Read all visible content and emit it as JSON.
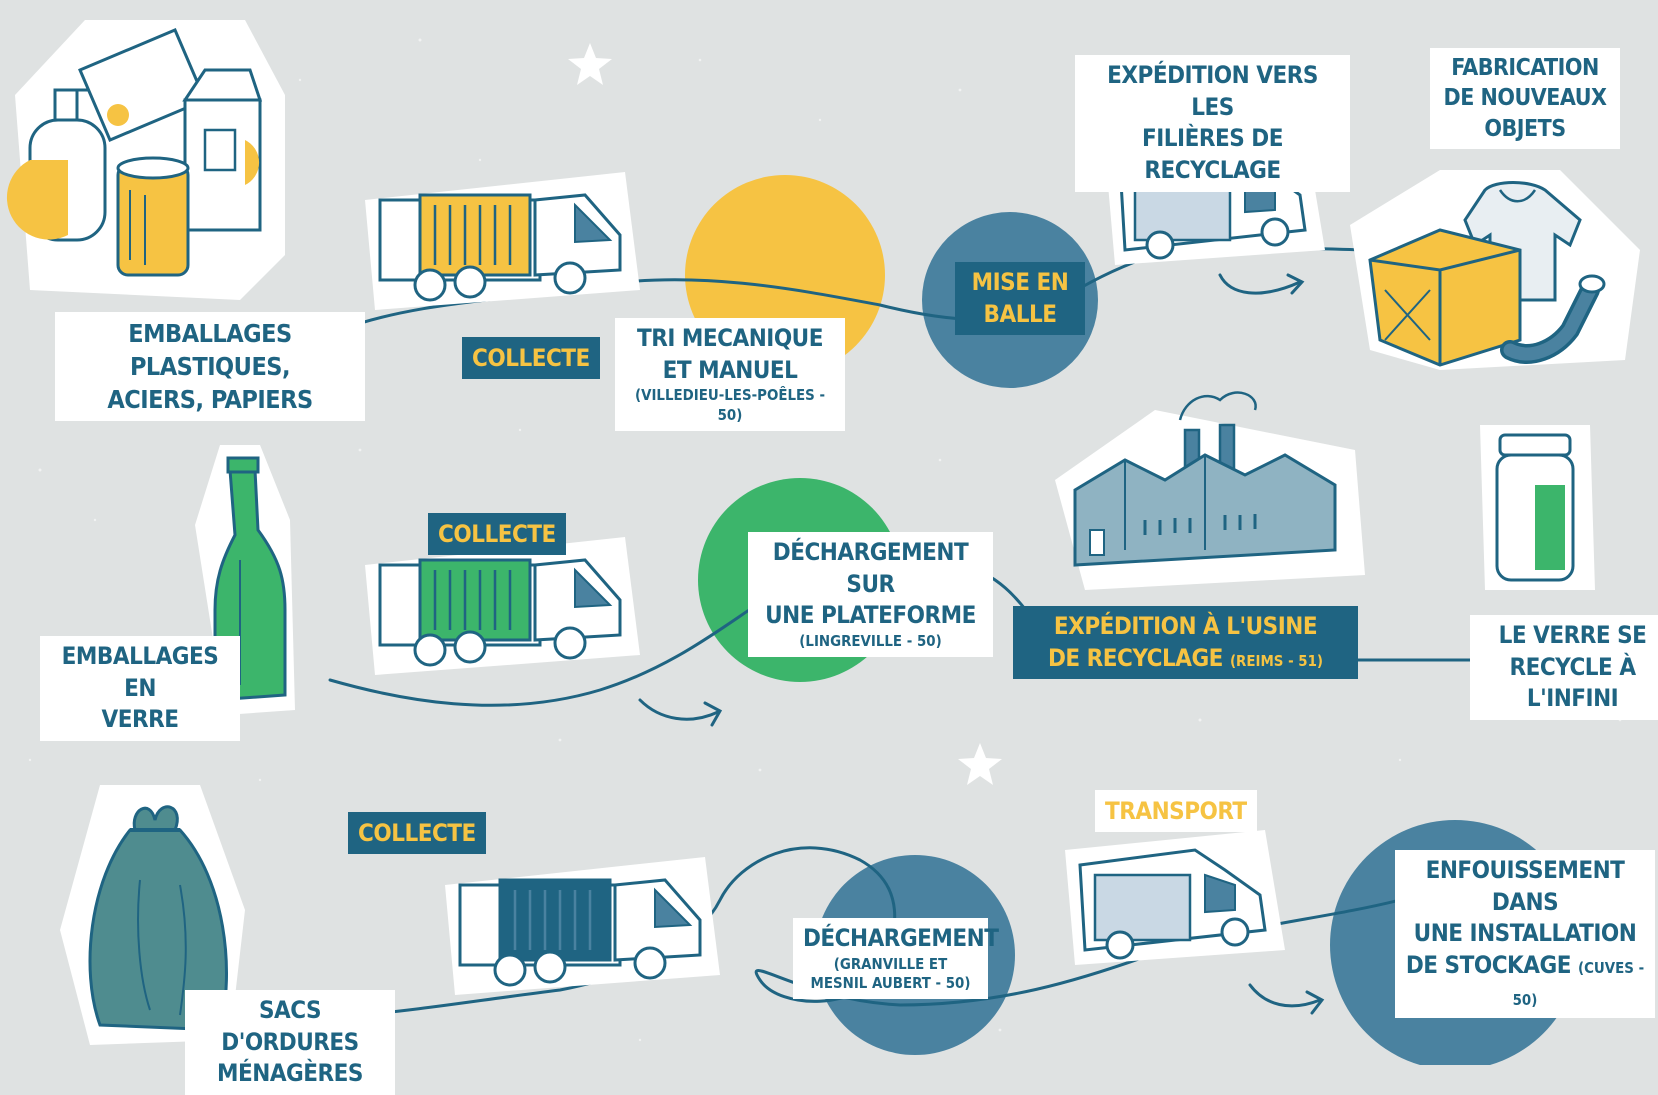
{
  "colors": {
    "background": "#dfe2e2",
    "navy": "#1f6482",
    "yellow": "#f6c343",
    "green": "#3cb56b",
    "steel": "#4a82a0",
    "white": "#ffffff"
  },
  "row1": {
    "source": [
      "EMBALLAGES PLASTIQUES,",
      "ACIERS, PAPIERS"
    ],
    "collect": "COLLECTE",
    "sorting": [
      "TRI MECANIQUE",
      "ET MANUEL"
    ],
    "sorting_location": "(VILLEDIEU-LES-POÊLES - 50)",
    "baling": [
      "MISE EN",
      "BALLE"
    ],
    "shipping": [
      "EXPÉDITION VERS LES",
      "FILIÈRES DE RECYCLAGE"
    ],
    "output": [
      "FABRICATION",
      "DE NOUVEAUX",
      "OBJETS"
    ]
  },
  "row2": {
    "source": [
      "EMBALLAGES EN",
      "VERRE"
    ],
    "collect": "COLLECTE",
    "unloading": [
      "DÉCHARGEMENT SUR",
      "UNE PLATEFORME"
    ],
    "unloading_location": "(LINGREVILLE - 50)",
    "shipping": "EXPÉDITION À L'USINE",
    "shipping_line2": "DE RECYCLAGE",
    "shipping_location": "(REIMS - 51)",
    "output": [
      "LE VERRE SE",
      "RECYCLE À L'INFINI"
    ]
  },
  "row3": {
    "source": [
      "SACS D'ORDURES",
      "MÉNAGÈRES"
    ],
    "collect": "COLLECTE",
    "unloading": "DÉCHARGEMENT",
    "unloading_location": [
      "(GRANVILLE ET",
      "MESNIL AUBERT - 50)"
    ],
    "transport": "TRANSPORT",
    "output": [
      "ENFOUISSEMENT DANS",
      "UNE INSTALLATION"
    ],
    "output_line3": "DE STOCKAGE",
    "output_location": "(CUVES - 50)"
  },
  "icons": [
    "packaging-cluster-icon",
    "garbage-truck-icon",
    "delivery-van-icon",
    "moving-box-icon",
    "sweater-icon",
    "pipe-icon",
    "glass-bottle-icon",
    "recycling-factory-icon",
    "glass-jar-icon",
    "trash-bag-icon",
    "arrow-icon",
    "star-icon"
  ]
}
